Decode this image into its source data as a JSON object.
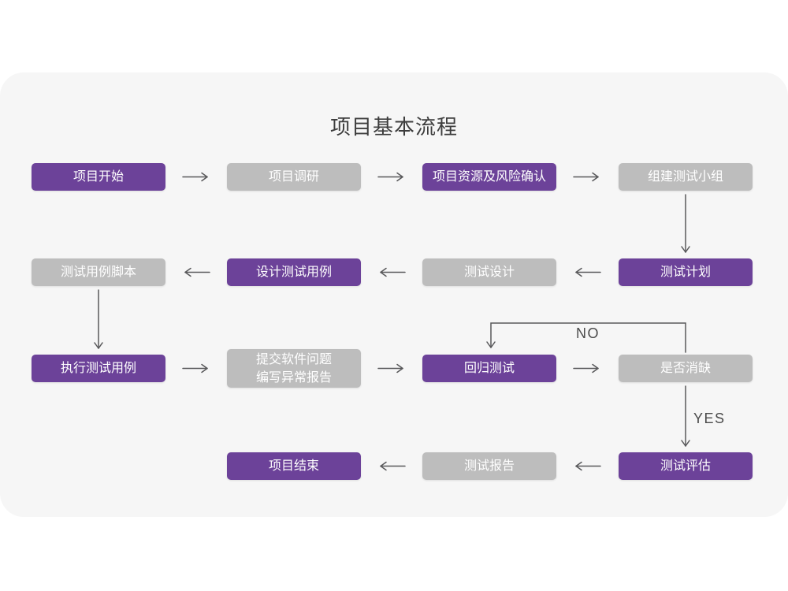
{
  "title": "项目基本流程",
  "colors": {
    "purple": "#6c4299",
    "gray": "#bdbdbd",
    "card_bg": "#f6f6f6",
    "page_bg": "#ffffff",
    "arrow": "#58585a",
    "box_text": "#ffffff",
    "title_color": "#3d3d3d",
    "branch_label_color": "#4a4a4a"
  },
  "flowchart": {
    "nodes": [
      {
        "id": "project-start",
        "label": "项目开始",
        "type": "purple"
      },
      {
        "id": "project-research",
        "label": "项目调研",
        "type": "gray"
      },
      {
        "id": "resources-risk-confirm",
        "label": "项目资源及风险确认",
        "type": "purple"
      },
      {
        "id": "form-test-team",
        "label": "组建测试小组",
        "type": "gray"
      },
      {
        "id": "test-plan",
        "label": "测试计划",
        "type": "purple"
      },
      {
        "id": "test-design",
        "label": "测试设计",
        "type": "gray"
      },
      {
        "id": "design-test-cases",
        "label": "设计测试用例",
        "type": "purple"
      },
      {
        "id": "test-case-scripts",
        "label": "测试用例脚本",
        "type": "gray"
      },
      {
        "id": "execute-test-cases",
        "label": "执行测试用例",
        "type": "purple"
      },
      {
        "id": "submit-issues-report",
        "label_line1": "提交软件问题",
        "label_line2": "编写异常报告",
        "type": "gray"
      },
      {
        "id": "regression-test",
        "label": "回归测试",
        "type": "purple"
      },
      {
        "id": "defect-resolved",
        "label": "是否消缺",
        "type": "gray"
      },
      {
        "id": "test-evaluation",
        "label": "测试评估",
        "type": "purple"
      },
      {
        "id": "test-report",
        "label": "测试报告",
        "type": "gray"
      },
      {
        "id": "project-end",
        "label": "项目结束",
        "type": "purple"
      }
    ],
    "branch_labels": {
      "no": "NO",
      "yes": "YES"
    }
  }
}
